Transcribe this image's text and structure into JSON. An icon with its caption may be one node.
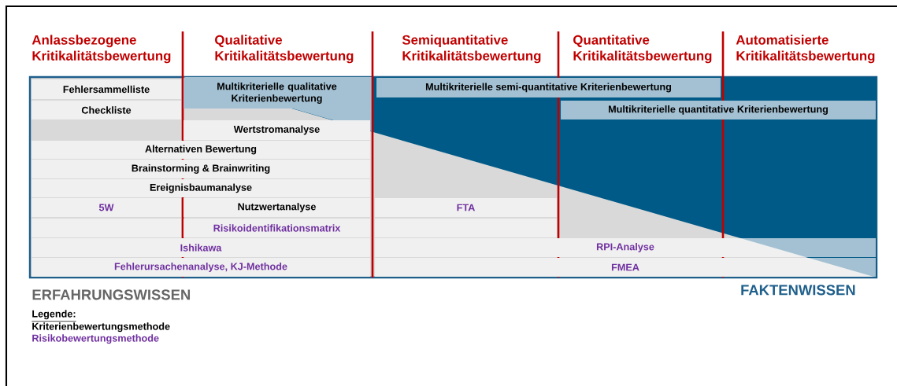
{
  "diagram": {
    "nodes": [
      {
        "text": [
          "Fehlersammelliste"
        ]
      },
      {
        "text": [
          "Multikriterielle qualitative Kriterienbewertung"
        ]
      },
      {
        "text": [
          "Multikriterielle semi-quantitative Kriterienbewertung"
        ]
      },
      {
        "text": [
          "Checkliste"
        ]
      },
      {
        "text": [
          "Multikriterielle quantitative Kriterienbewertung"
        ]
      },
      {
        "text": [
          "Wertstromanalyse"
        ]
      },
      {
        "text": [
          "Alternativen Bewertung"
        ]
      },
      {
        "text": [
          "Brainstorming & Brainwriting"
        ]
      },
      {
        "text": [
          "Ereignisbaumanalyse"
        ]
      },
      {
        "text": [
          "5W"
        ]
      },
      {
        "text": [
          "Nutzwertanalyse"
        ]
      },
      {
        "text": [
          "FTA"
        ]
      },
      {
        "text": [
          "Risikoidentifikationsmatrix"
        ]
      },
      {
        "text": [
          "Ishikawa"
        ]
      },
      {
        "text": [
          "RPI-Analyse"
        ]
      },
      {
        "text": [
          "Fehlerursachenanalyse, KJ-Methode"
        ]
      },
      {
        "text": [
          "FMEA"
        ]
      }
    ],
    "labels": [
      "Anlassbezogene Kritikalitätsbewertung",
      "Qualitative Kritikalitätsbewertung",
      "Semiquantitative Kritikalitätsbewertung",
      "Quantitative Kritikalitätsbewertung",
      "Automatisierte Kritikalitätsbewertung",
      "ERFAHRUNGSWISSEN",
      "FAKTENWISSEN",
      "Legende:"
    ],
    "legend": [
      {
        "text": "Kriterienbewertungsmethode",
        "color": "#000000"
      },
      {
        "text": "Risikobewertungsmethode",
        "color": "#7030a0"
      }
    ]
  }
}
